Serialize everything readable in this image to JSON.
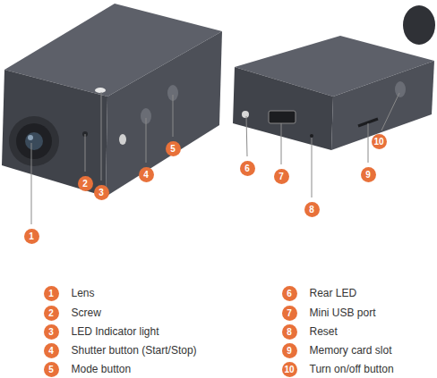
{
  "diagram": {
    "nodes": [
      {
        "text": [
          "1"
        ]
      },
      {
        "text": [
          "2"
        ]
      },
      {
        "text": [
          "3"
        ]
      },
      {
        "text": [
          "4"
        ]
      },
      {
        "text": [
          "5"
        ]
      },
      {
        "text": [
          "6"
        ]
      },
      {
        "text": [
          "7"
        ]
      },
      {
        "text": [
          "8"
        ]
      },
      {
        "text": [
          "9"
        ]
      },
      {
        "text": [
          "10"
        ]
      },
      {
        "text": [
          "1",
          "Lens"
        ]
      },
      {
        "text": [
          "2",
          "Screw"
        ]
      },
      {
        "text": [
          "3",
          "LED Indicator light"
        ]
      },
      {
        "text": [
          "4",
          "Shutter button (Start/Stop)"
        ]
      },
      {
        "text": [
          "5",
          "Mode button"
        ]
      },
      {
        "text": [
          "6",
          "Rear LED"
        ]
      },
      {
        "text": [
          "7",
          "Mini USB port"
        ]
      },
      {
        "text": [
          "8",
          "Reset"
        ]
      },
      {
        "text": [
          "9",
          "Memory card slot"
        ]
      },
      {
        "text": [
          "10",
          "Turn on/off button"
        ]
      }
    ]
  }
}
